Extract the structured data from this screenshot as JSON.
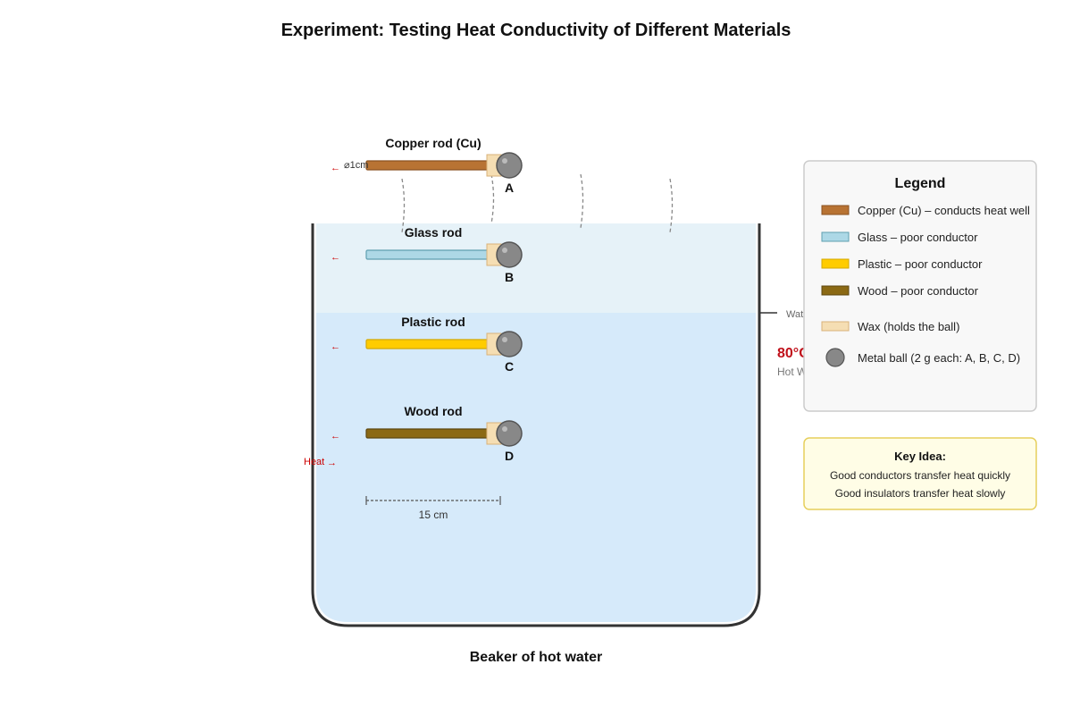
{
  "title": "Experiment: Testing Heat Conductivity of Different Materials",
  "beaker": {
    "caption": "Beaker of hot water",
    "water_label": "Wat",
    "temperature": "80°C",
    "temperature_sub": "Hot W"
  },
  "colors": {
    "copper": "#b87333",
    "glass": "#add8e6",
    "plastic": "#ffcc00",
    "wood": "#8b6914",
    "wax": "#f5deb3",
    "ball": "#888888",
    "heat": "#cc0000",
    "water": "#d6eafa"
  },
  "rods": [
    {
      "name": "Copper rod (Cu)",
      "letter": "A",
      "material": "copper"
    },
    {
      "name": "Glass rod",
      "letter": "B",
      "material": "glass"
    },
    {
      "name": "Plastic rod",
      "letter": "C",
      "material": "plastic"
    },
    {
      "name": "Wood rod",
      "letter": "D",
      "material": "wood"
    }
  ],
  "annotations": {
    "diameter": "⌀1cm",
    "heat": "Heat",
    "heat_arrow": "→",
    "left_arrow": "←",
    "length": "15 cm"
  },
  "legend": {
    "title": "Legend",
    "items": [
      {
        "label": "Copper (Cu) – conducts heat well",
        "swatch": "copper"
      },
      {
        "label": "Glass – poor conductor",
        "swatch": "glass"
      },
      {
        "label": "Plastic – poor conductor",
        "swatch": "plastic"
      },
      {
        "label": "Wood – poor conductor",
        "swatch": "wood"
      },
      {
        "label": "Wax (holds the ball)",
        "swatch": "wax"
      },
      {
        "label": "Metal ball (2 g each: A, B, C, D)",
        "swatch": "ball"
      }
    ]
  },
  "key_idea": {
    "title": "Key Idea:",
    "line1": "Good conductors transfer heat quickly",
    "line2": "Good insulators transfer heat slowly"
  }
}
